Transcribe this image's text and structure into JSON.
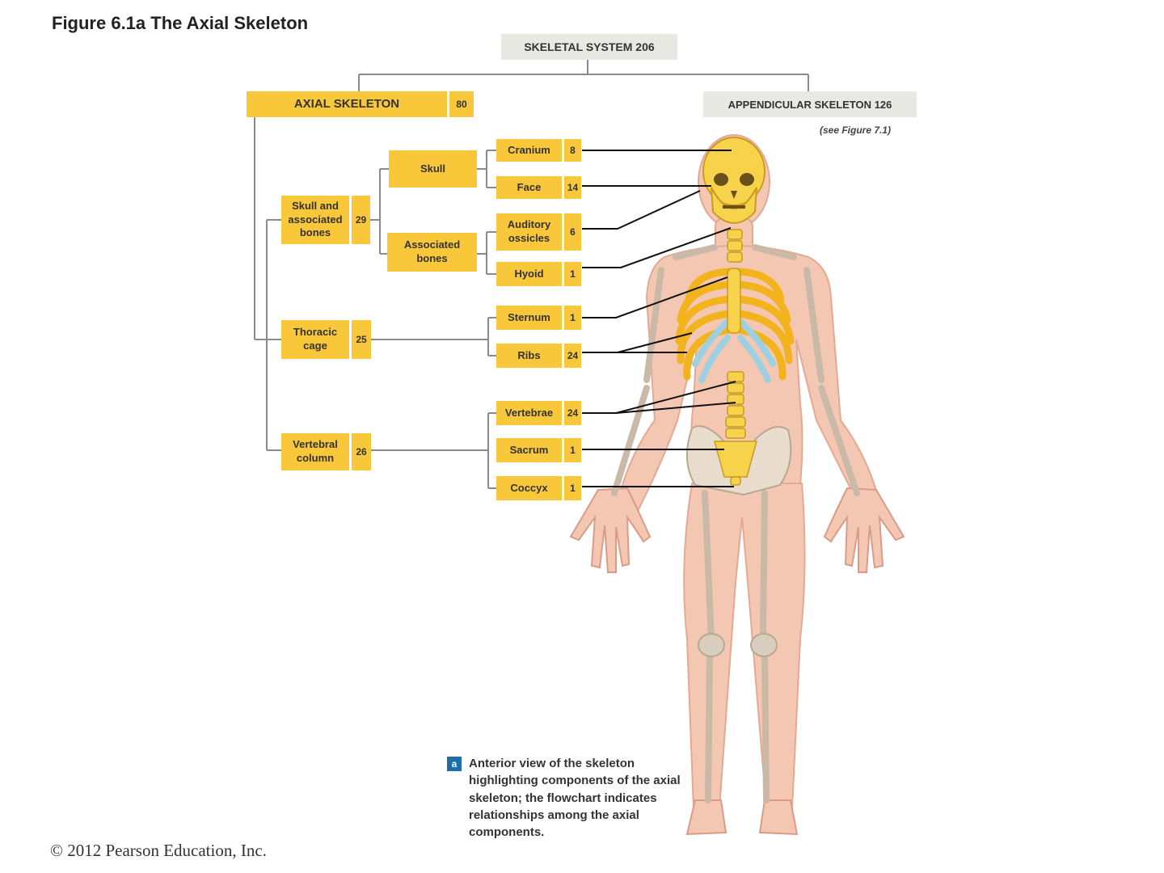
{
  "figure": {
    "title": "Figure 6.1a  The Axial Skeleton",
    "copyright": "© 2012 Pearson Education, Inc."
  },
  "root": {
    "label": "SKELETAL SYSTEM",
    "count": "206"
  },
  "axial": {
    "label": "AXIAL SKELETON",
    "count": "80"
  },
  "appendicular": {
    "label": "APPENDICULAR SKELETON",
    "count": "126",
    "note": "(see Figure 7.1)"
  },
  "groups": {
    "skull_associated": {
      "label": "Skull and associated bones",
      "count": "29"
    },
    "skull": {
      "label": "Skull"
    },
    "associated": {
      "label": "Associated bones"
    },
    "thoracic": {
      "label": "Thoracic cage",
      "count": "25"
    },
    "vertebral": {
      "label": "Vertebral column",
      "count": "26"
    }
  },
  "leaves": {
    "cranium": {
      "label": "Cranium",
      "count": "8"
    },
    "face": {
      "label": "Face",
      "count": "14"
    },
    "auditory": {
      "label": "Auditory ossicles",
      "count": "6"
    },
    "hyoid": {
      "label": "Hyoid",
      "count": "1"
    },
    "sternum": {
      "label": "Sternum",
      "count": "1"
    },
    "ribs": {
      "label": "Ribs",
      "count": "24"
    },
    "vertebrae": {
      "label": "Vertebrae",
      "count": "24"
    },
    "sacrum": {
      "label": "Sacrum",
      "count": "1"
    },
    "coccyx": {
      "label": "Coccyx",
      "count": "1"
    }
  },
  "caption": {
    "marker": "a",
    "text": "Anterior view of the skeleton highlighting components of the axial skeleton; the flowchart indicates relationships among the axial components."
  },
  "colors": {
    "box": "#f8c73a",
    "skin": "#f4c7b2",
    "bone": "#f6d34a",
    "cartilage": "#9fd0e2",
    "caption_icon": "#1b6ea8"
  }
}
